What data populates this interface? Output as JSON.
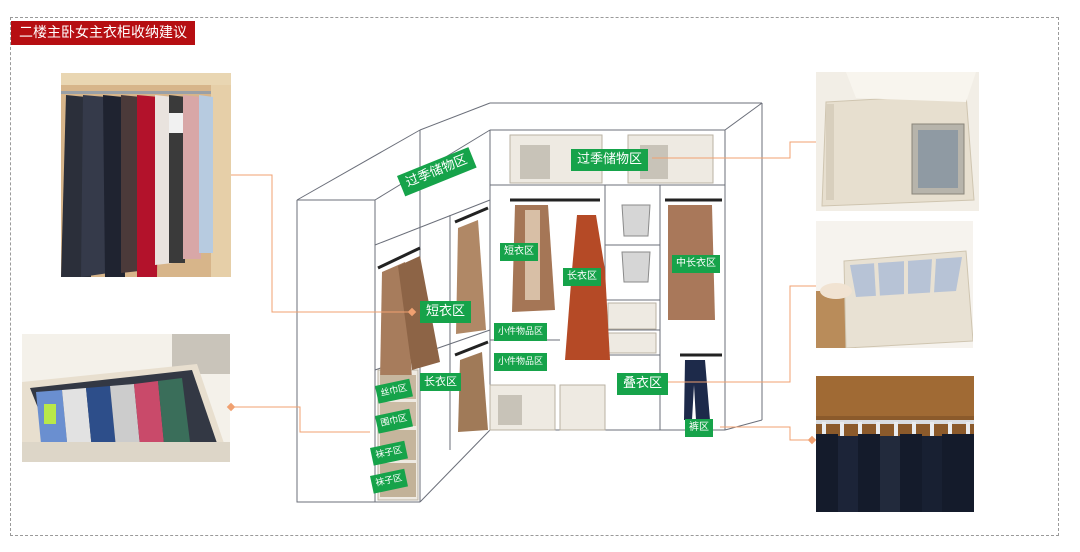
{
  "title": "二楼主卧女主衣柜收纳建议",
  "zones": {
    "seasonal_top": "过季储物区",
    "seasonal_side": "过季储物区",
    "short_left": "短衣区",
    "short_center": "短衣区",
    "long_left": "长衣区",
    "long_center": "长衣区",
    "mid_long": "中长衣区",
    "small_items_1": "小件物品区",
    "small_items_2": "小件物品区",
    "folded": "叠衣区",
    "pants": "裤区",
    "scarf": "丝巾区",
    "neck_scarf": "围巾区",
    "socks_1": "袜子区",
    "socks_2": "袜子区"
  },
  "colors": {
    "title_bg": "#b60e12",
    "tag_bg": "#16a34a",
    "leader": "#f0a070"
  }
}
